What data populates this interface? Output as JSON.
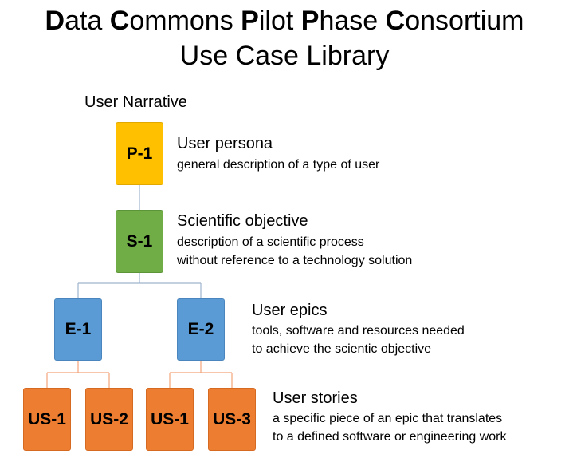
{
  "title": {
    "line1": [
      {
        "initial": "D",
        "rest": "ata"
      },
      {
        "initial": "C",
        "rest": "ommons"
      },
      {
        "initial": "P",
        "rest": "ilot"
      },
      {
        "initial": "P",
        "rest": "hase"
      },
      {
        "initial": "C",
        "rest": "onsortium"
      }
    ],
    "line2": "Use Case Library"
  },
  "heading": "User Narrative",
  "nodes": {
    "p1": "P-1",
    "s1": "S-1",
    "e1": "E-1",
    "e2": "E-2",
    "us1a": "US-1",
    "us2": "US-2",
    "us1b": "US-1",
    "us3": "US-3"
  },
  "levels": {
    "persona": {
      "label": "User persona",
      "desc": [
        "general description of a type of user"
      ]
    },
    "objective": {
      "label": "Scientific objective",
      "desc": [
        "description of a scientific process",
        "without reference to a technology solution"
      ]
    },
    "epics": {
      "label": "User epics",
      "desc": [
        "tools, software and resources needed",
        "to achieve the scientic objective"
      ]
    },
    "stories": {
      "label": "User stories",
      "desc": [
        "a specific piece of an epic that translates",
        "to a defined software or engineering work"
      ]
    }
  },
  "colors": {
    "persona": "#FFC000",
    "objective": "#70AD47",
    "epic": "#5B9BD5",
    "story": "#ED7D31",
    "connector_upper": "#9DB3CE",
    "connector_lower": "#F2A37A"
  }
}
